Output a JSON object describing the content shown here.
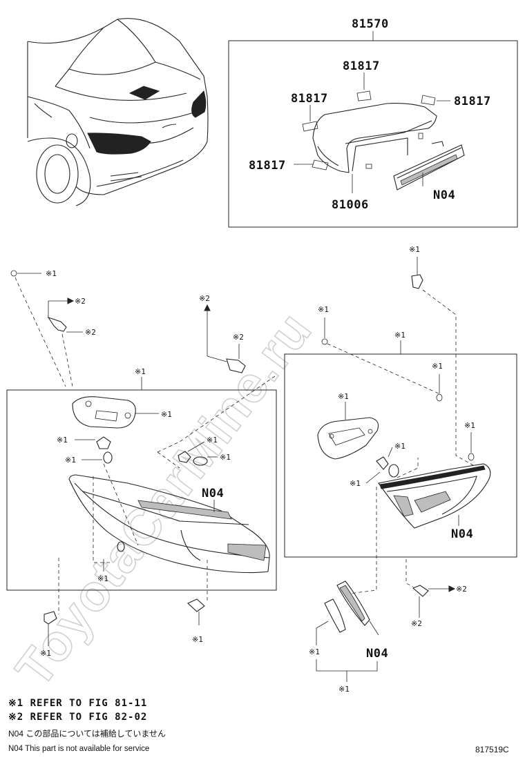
{
  "watermark": "ToyotaCarMine.ru",
  "labels": {
    "assy_81570": "81570",
    "part_81817_a": "81817",
    "part_81817_b": "81817",
    "part_81817_c": "81817",
    "part_81817_d": "81817",
    "part_81006": "81006",
    "n04_top": "N04",
    "n04_left": "N04",
    "n04_right": "N04",
    "n04_bottom": "N04"
  },
  "callouts": {
    "r1": "※1",
    "r2": "※2"
  },
  "legend": {
    "ref1": "※1 REFER TO FIG 81-11",
    "ref2": "※2 REFER TO FIG 82-02",
    "note_jp": "N04 この部品については補給していません",
    "note_en": "N04 This part is not available for service"
  },
  "figure_number": "817519C"
}
